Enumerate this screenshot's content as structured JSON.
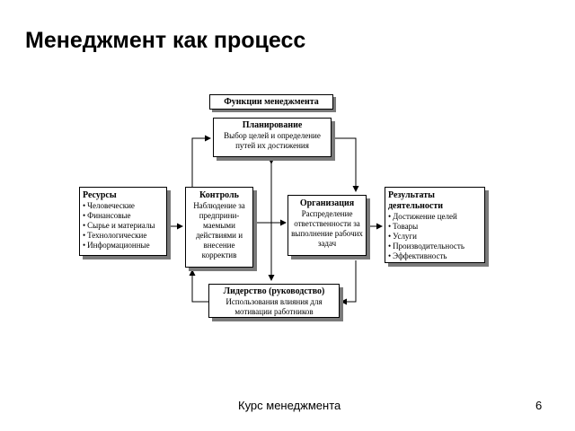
{
  "page": {
    "title": "Менеджмент как процесс",
    "footer_center": "Курс менеджмента",
    "footer_page": "6"
  },
  "diagram": {
    "functions_label": "Функции менеджмента",
    "planning": {
      "title": "Планирование",
      "text": "Выбор целей и определение путей их достижения"
    },
    "resources": {
      "title": "Ресурсы",
      "items": [
        "Человеческие",
        "Финансовые",
        "Сырье и материалы",
        "Технологические",
        "Информационные"
      ]
    },
    "control": {
      "title": "Контроль",
      "text": "Наблюдение за предприни-маемыми действиями и внесение корректив"
    },
    "organization": {
      "title": "Организация",
      "text": "Распределение ответственности за выполнение рабочих задач"
    },
    "results": {
      "title": "Результаты деятельности",
      "items": [
        "Достижение целей",
        "Товары",
        "Услуги",
        "Производительность",
        "Эффективность"
      ]
    },
    "leadership": {
      "title": "Лидерство (руководство)",
      "text": "Использования влияния для мотивации работников"
    }
  },
  "colors": {
    "shadow": "#7a7a7a",
    "line": "#000000"
  }
}
